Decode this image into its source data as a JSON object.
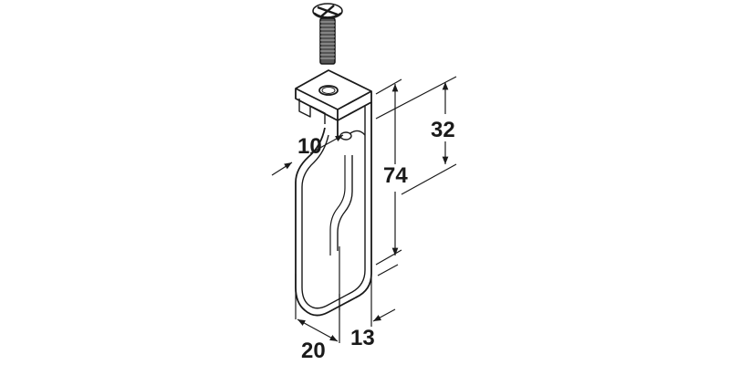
{
  "drawing": {
    "subject": "rail bracket with screw",
    "colors": {
      "line": "#1a1a1a",
      "background": "#ffffff"
    },
    "dimensions": {
      "height_total": "74",
      "height_upper": "32",
      "hole_offset": "10",
      "width": "20",
      "depth": "13"
    }
  }
}
